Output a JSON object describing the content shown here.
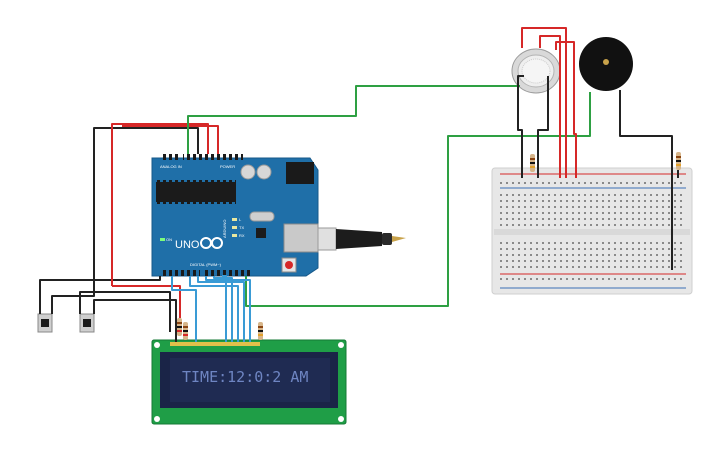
{
  "canvas": {
    "background": "#ffffff"
  },
  "arduino": {
    "model": "UNO",
    "brand": "ARDUINO",
    "header_power": "POWER",
    "header_analog": "ANALOG IN",
    "header_digital": "DIGITAL (PWM~)",
    "led_on": "ON",
    "led_tx": "TX",
    "led_rx": "RX",
    "led_l": "L",
    "board_color": "#1f6fa8"
  },
  "lcd": {
    "text": "TIME:12:0:2 AM",
    "pcb_color": "#1f9e47",
    "screen_color": "#1f2b52",
    "text_color": "#6e85c2"
  },
  "sensor": {
    "icon": "gas-sensor-icon"
  },
  "buzzer": {
    "icon": "piezo-buzzer-icon"
  },
  "pushbuttons": [
    {
      "icon": "pushbutton-icon"
    },
    {
      "icon": "pushbutton-icon"
    }
  ],
  "wire_colors": {
    "red": "#d62828",
    "black": "#222222",
    "green": "#2ea043",
    "blue": "#3a9bd5"
  }
}
